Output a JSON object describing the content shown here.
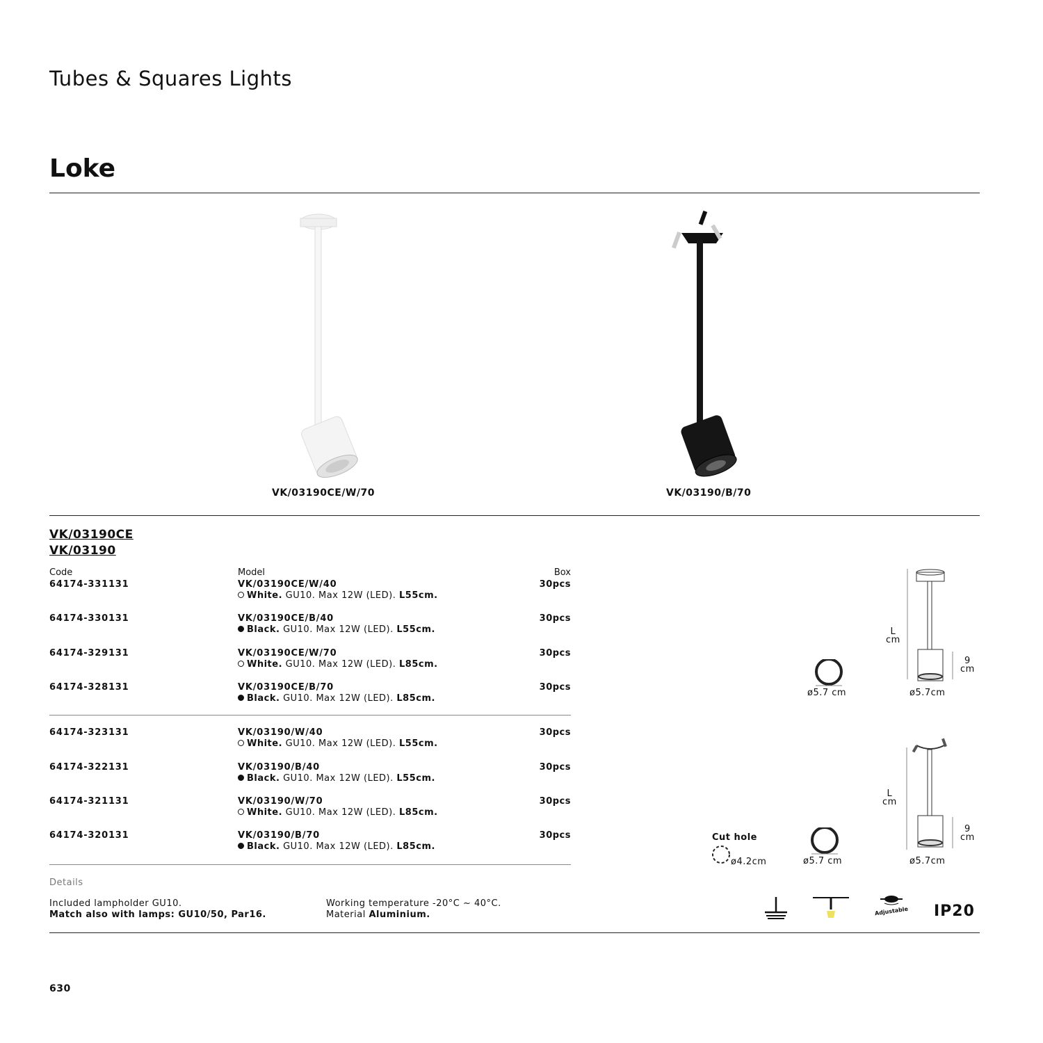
{
  "section_title": "Tubes & Squares Lights",
  "product_title": "Loke",
  "images": [
    {
      "caption": "VK/03190CE/W/70",
      "color": "#f4f4f4"
    },
    {
      "caption": "VK/03190/B/70",
      "color": "#151515"
    }
  ],
  "families": [
    "VK/03190CE",
    "VK/03190"
  ],
  "table": {
    "headers": {
      "code": "Code",
      "model": "Model",
      "box": "Box"
    },
    "groups": [
      [
        {
          "code": "64174-331131",
          "model": "VK/03190CE/W/40",
          "color": "White.",
          "dot": "white",
          "spec": " GU10. Max 12W (LED). ",
          "length": "L55cm.",
          "box": "30pcs"
        },
        {
          "code": "64174-330131",
          "model": "VK/03190CE/B/40",
          "color": "Black.",
          "dot": "black",
          "spec": " GU10. Max 12W (LED). ",
          "length": "L55cm.",
          "box": "30pcs"
        },
        {
          "code": "64174-329131",
          "model": "VK/03190CE/W/70",
          "color": "White.",
          "dot": "white",
          "spec": " GU10. Max 12W (LED). ",
          "length": "L85cm.",
          "box": "30pcs"
        },
        {
          "code": "64174-328131",
          "model": "VK/03190CE/B/70",
          "color": "Black.",
          "dot": "black",
          "spec": " GU10. Max 12W (LED). ",
          "length": "L85cm.",
          "box": "30pcs"
        }
      ],
      [
        {
          "code": "64174-323131",
          "model": "VK/03190/W/40",
          "color": "White.",
          "dot": "white",
          "spec": " GU10. Max 12W (LED). ",
          "length": "L55cm.",
          "box": "30pcs"
        },
        {
          "code": "64174-322131",
          "model": "VK/03190/B/40",
          "color": "Black.",
          "dot": "black",
          "spec": " GU10. Max 12W (LED). ",
          "length": "L55cm.",
          "box": "30pcs"
        },
        {
          "code": "64174-321131",
          "model": "VK/03190/W/70",
          "color": "White.",
          "dot": "white",
          "spec": " GU10. Max 12W (LED). ",
          "length": "L85cm.",
          "box": "30pcs"
        },
        {
          "code": "64174-320131",
          "model": "VK/03190/B/70",
          "color": "Black.",
          "dot": "black",
          "spec": " GU10. Max 12W (LED). ",
          "length": "L85cm.",
          "box": "30pcs"
        }
      ]
    ]
  },
  "details": {
    "label": "Details",
    "col1": [
      "Included lampholder GU10.",
      "Match also with lamps: GU10/50, Par16."
    ],
    "col2_line1": "Working temperature -20°C ~ 40°C.",
    "col2_line2_prefix": "Material ",
    "col2_line2_bold": "Aluminium."
  },
  "diagrams": {
    "ring_label": "ø5.7 cm",
    "body_diameter": "ø5.7cm",
    "length_label": [
      "L",
      "cm"
    ],
    "height_label": [
      "9",
      "cm"
    ],
    "cut_hole_title": "Cut hole",
    "cut_hole_value": "ø4.2cm"
  },
  "icons": {
    "adjustable_label": "Adjustable",
    "ip_rating": "IP20"
  },
  "page_number": "630"
}
